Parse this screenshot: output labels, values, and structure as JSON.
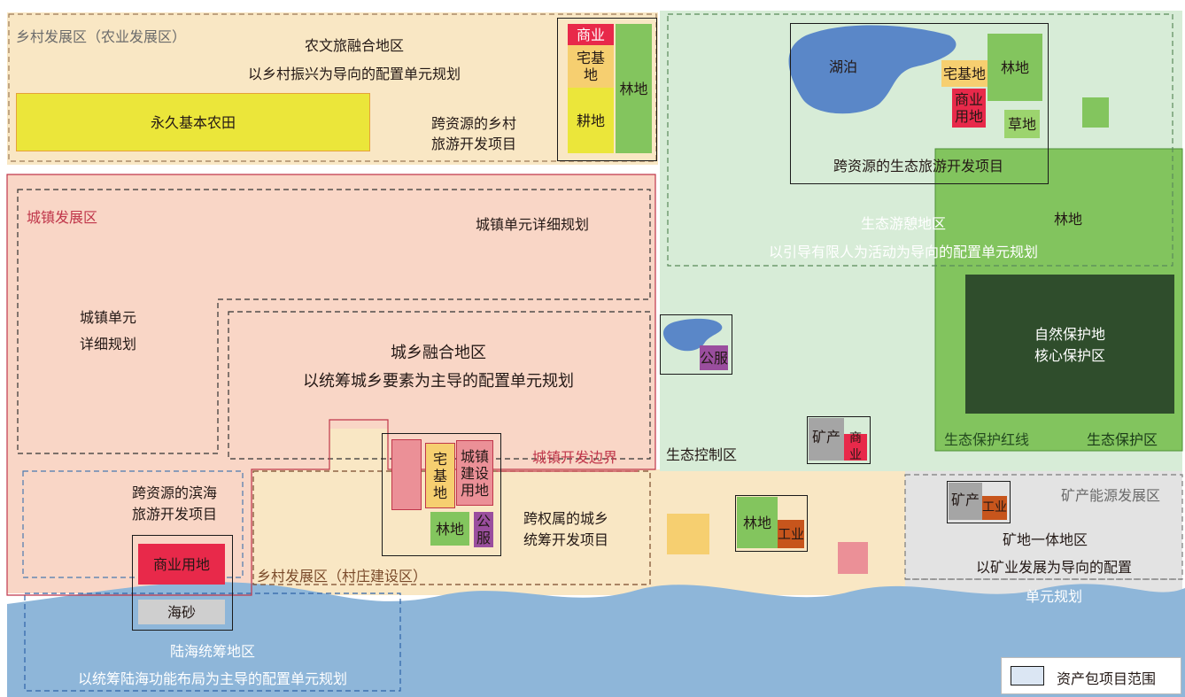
{
  "zones": {
    "rural_agri": "乡村发展区（农业发展区）",
    "agri_tourism_title": "农文旅融合地区",
    "agri_tourism_sub": "以乡村振兴为导向的配置单元规划",
    "farmland": "永久基本农田",
    "rural_tourism_project": "跨资源的乡村\n旅游开发项目",
    "urban_zone": "城镇发展区",
    "urban_plan": "城镇单元详细规划",
    "urban_unit": "城镇单元\n详细规划",
    "urban_rural_title": "城乡融合地区",
    "urban_rural_sub": "以统筹城乡要素为主导的配置单元规划",
    "urban_boundary": "城镇开发边界",
    "coastal_project": "跨资源的滨海\n旅游开发项目",
    "village_zone": "乡村发展区（村庄建设区）",
    "cross_ownership_project": "跨权属的城乡\n统筹开发项目",
    "eco_tourism_project": "跨资源的生态旅游开发项目",
    "eco_rest_title": "生态游憩地区",
    "eco_rest_sub": "以引导有限人为活动为导向的配置单元规划",
    "eco_control": "生态控制区",
    "nature_reserve": "自然保护地\n核心保护区",
    "eco_redline": "生态保护红线",
    "eco_protect": "生态保护区",
    "mineral_zone": "矿产能源发展区",
    "mine_title": "矿地一体地区",
    "mine_sub": "以矿业发展为导向的配置",
    "mine_sub2": "单元规划",
    "land_sea_title": "陆海统筹地区",
    "land_sea_sub": "以统筹陆海功能布局为主导的配置单元规划"
  },
  "land": {
    "commercial": "商业",
    "homestead": "宅基\n地",
    "farming": "耕地",
    "forest": "林地",
    "lake": "湖泊",
    "homestead2": "宅基地",
    "commercial_land": "商业\n用地",
    "grass": "草地",
    "public": "公服",
    "mineral": "矿产",
    "commercial2": "商业",
    "homestead3": "宅\n基\n地",
    "urban_construction": "城镇\n建设\n用地",
    "public2": "公\n服",
    "industry": "工业",
    "commercial_land2": "商业用地",
    "sea_sand": "海砂"
  },
  "legend": {
    "label": "资产包项目范围"
  },
  "colors": {
    "rural": "#f9e7c4",
    "urban": "#f9d6c6",
    "eco": "#d7ecd7",
    "eco_red": "#82c45e",
    "core": "#2f4d2c",
    "sea": "#8eb6d9",
    "mine": "#e3e3e3",
    "farmland": "#ebe63a",
    "commercial": "#e8294a",
    "homestead": "#f6cf70",
    "forest": "#83c55e",
    "lake": "#5a87c8",
    "public": "#9a4e9e",
    "industry": "#c7551c",
    "mineral": "#a5a5a5",
    "construction": "#eb9097"
  }
}
